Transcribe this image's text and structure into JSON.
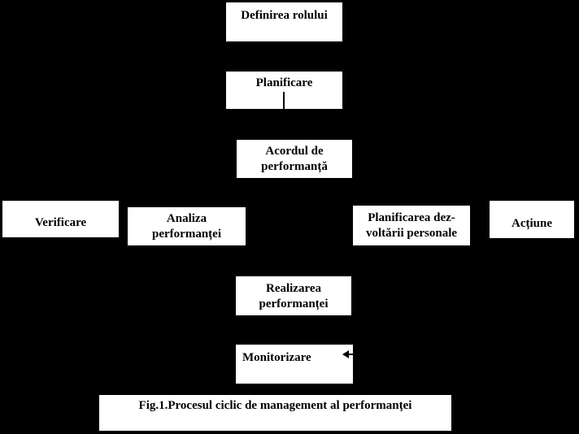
{
  "figure": {
    "background_color": "#000000",
    "box_fill_color": "#ffffff",
    "text_color": "#000000",
    "nodes": {
      "definirea_rolului": {
        "label": "Definirea rolului"
      },
      "planificare": {
        "label": "Planificare"
      },
      "acordul_de_performanta": {
        "line1": "Acordul de",
        "line2": "performanță"
      },
      "verificare": {
        "label": "Verificare"
      },
      "analiza_performantei": {
        "line1": "Analiza",
        "line2": "performanței"
      },
      "planificarea_dezvoltarii_personale": {
        "line1": "Planificarea dez-",
        "line2": "voltării personale"
      },
      "actiune": {
        "label": "Acțiune"
      },
      "realizarea_performantei": {
        "line1": "Realizarea",
        "line2": "performanței"
      },
      "monitorizare": {
        "label": "Monitorizare"
      }
    },
    "connectors": {
      "planificare_down_connector": "vertical-line",
      "monitorizare_incoming_arrow": "arrow-pointing-left"
    },
    "caption": "Fig.1.Procesul ciclic de management al performanței"
  }
}
